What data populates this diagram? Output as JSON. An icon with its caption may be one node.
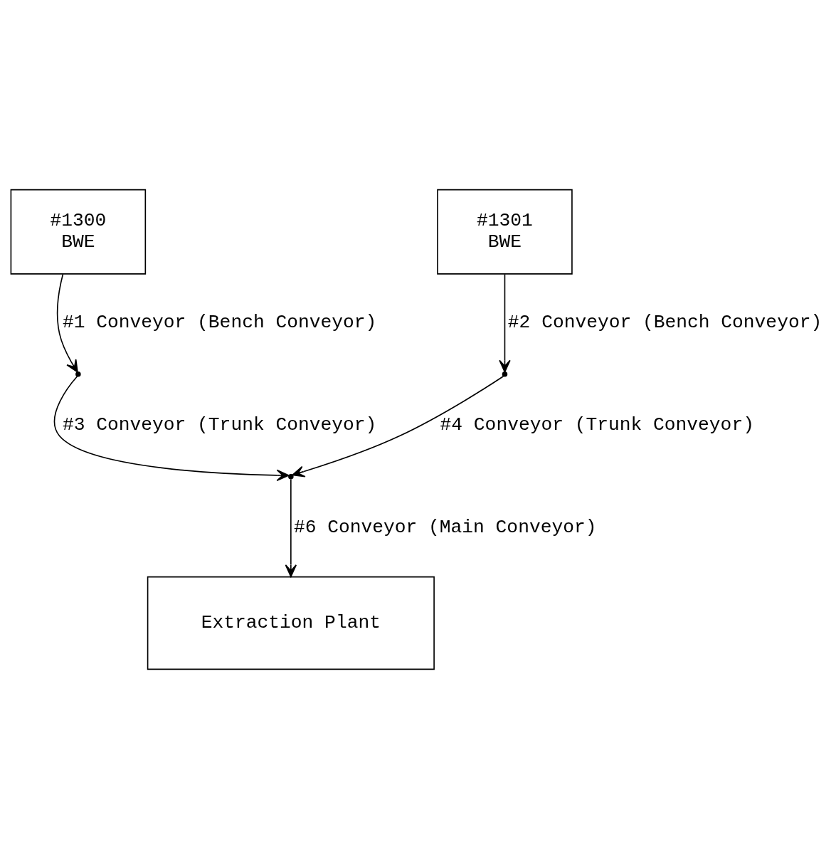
{
  "diagram": {
    "nodes": [
      {
        "text": [
          "#1300",
          "BWE"
        ]
      },
      {
        "text": [
          "#1301",
          "BWE"
        ]
      },
      {
        "text": [],
        "shape": "point"
      },
      {
        "text": [],
        "shape": "point"
      },
      {
        "text": [],
        "shape": "point"
      },
      {
        "text": [
          "Extraction Plant"
        ]
      }
    ],
    "edges": [
      {
        "from": 0,
        "to": 2,
        "arrow": "to",
        "label": "#1 Conveyor (Bench Conveyor)"
      },
      {
        "from": 1,
        "to": 3,
        "arrow": "to",
        "label": "#2 Conveyor (Bench Conveyor)"
      },
      {
        "from": 2,
        "to": 4,
        "arrow": "to",
        "label": "#3 Conveyor (Trunk Conveyor)"
      },
      {
        "from": 3,
        "to": 4,
        "arrow": "to",
        "label": "#4 Conveyor (Trunk Conveyor)"
      },
      {
        "from": 4,
        "to": 5,
        "arrow": "to",
        "label": "#6 Conveyor (Main Conveyor)"
      }
    ]
  }
}
